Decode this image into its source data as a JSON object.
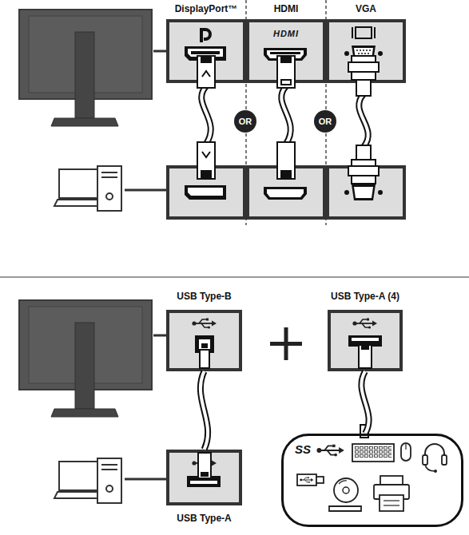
{
  "diagram": {
    "nodes": [
      {
        "text": [
          "DisplayPort™"
        ]
      },
      {
        "text": [
          "HDMI",
          "HDMI"
        ]
      },
      {
        "text": [
          "VGA"
        ]
      },
      {
        "text": [
          "OR"
        ]
      },
      {
        "text": [
          "OR"
        ]
      },
      {
        "text": [
          "USB Type-B"
        ]
      },
      {
        "text": [
          "USB Type-A (4)"
        ]
      },
      {
        "text": [
          "USB Type-A"
        ]
      },
      {
        "text": [
          "SS"
        ]
      }
    ],
    "edges": [
      {
        "from": 5,
        "to": 7,
        "arrow": "none"
      },
      {
        "from": 6,
        "to": 8,
        "arrow": "none"
      }
    ]
  }
}
